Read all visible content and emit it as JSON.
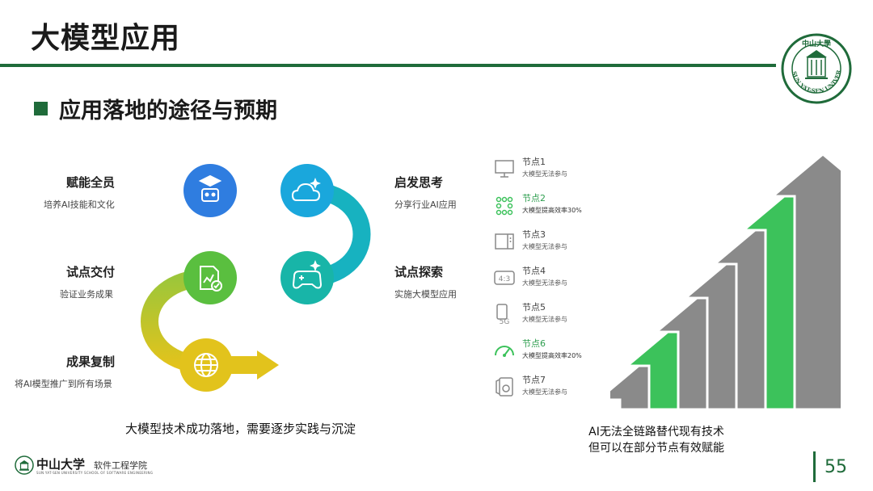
{
  "header": {
    "title": "大模型应用"
  },
  "section": {
    "title": "应用落地的途径与预期"
  },
  "logo": {
    "text": "中山大学 SUN YAT-SEN UNIVERSITY"
  },
  "flow": {
    "steps": [
      {
        "label": "赋能全员",
        "desc": "培养AI技能和文化",
        "icon": "robot-graduation-cap-icon"
      },
      {
        "label": "启发思考",
        "desc": "分享行业AI应用",
        "icon": "cloud-sparkle-icon"
      },
      {
        "label": "试点探索",
        "desc": "实施大模型应用",
        "icon": "gamepad-sparkle-icon"
      },
      {
        "label": "试点交付",
        "desc": "验证业务成果",
        "icon": "document-check-icon"
      },
      {
        "label": "成果复制",
        "desc": "将AI模型推广到所有场景",
        "icon": "globe-icon"
      }
    ],
    "caption": "大模型技术成功落地，需要逐步实践与沉淀",
    "colors": {
      "blue": "#2f7de0",
      "cyan": "#1aa7dc",
      "teal": "#18b5a8",
      "green": "#2fb24f",
      "lime": "#a6c93a",
      "yellow": "#e2c31c"
    }
  },
  "nodes": {
    "items": [
      {
        "name": "节点1",
        "desc": "大模型无法参与",
        "highlight": false,
        "icon": "monitor-icon"
      },
      {
        "name": "节点2",
        "desc": "大模型提高效率30%",
        "highlight": true,
        "icon": "grid-dots-icon"
      },
      {
        "name": "节点3",
        "desc": "大模型无法参与",
        "highlight": false,
        "icon": "microwave-icon"
      },
      {
        "name": "节点4",
        "desc": "大模型无法参与",
        "highlight": false,
        "icon": "aspect-ratio-icon",
        "glyph": "4:3"
      },
      {
        "name": "节点5",
        "desc": "大模型无法参与",
        "highlight": false,
        "icon": "phone-5g-icon",
        "glyph": "5G"
      },
      {
        "name": "节点6",
        "desc": "大模型提高效率20%",
        "highlight": true,
        "icon": "gauge-icon"
      },
      {
        "name": "节点7",
        "desc": "大模型无法参与",
        "highlight": false,
        "icon": "speaker-icon"
      }
    ],
    "caption_line1": "AI无法全链路替代现有技术",
    "caption_line2": "但可以在部分节点有效赋能",
    "colors": {
      "gray": "#8a8a8a",
      "green": "#3cc25b"
    }
  },
  "footer": {
    "university": "中山大学",
    "school": "软件工程学院",
    "subline": "SUN YAT-SEN UNIVERSITY   SCHOOL OF SOFTWARE ENGINEERING",
    "page_number": "55"
  }
}
